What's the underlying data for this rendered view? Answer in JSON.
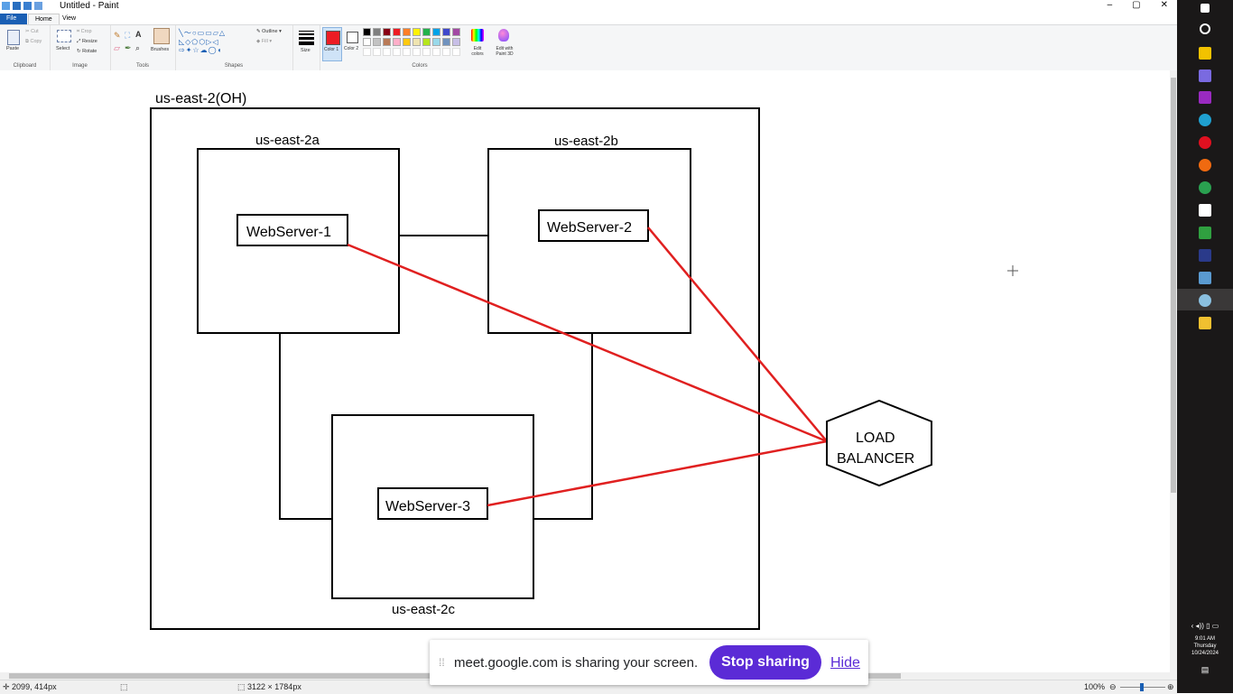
{
  "app": {
    "title": "Untitled - Paint",
    "window_buttons": [
      "–",
      "▢",
      "✕"
    ]
  },
  "ribbon_tabs": [
    "File",
    "Home",
    "View"
  ],
  "ribbon": {
    "clipboard": {
      "label": "Clipboard",
      "paste": "Paste",
      "cut": "Cut",
      "copy": "Copy"
    },
    "image": {
      "label": "Image",
      "select": "Select",
      "crop": "Crop",
      "resize": "Resize",
      "rotate": "Rotate"
    },
    "tools": {
      "label": "Tools",
      "brushes": "Brushes"
    },
    "shapes": {
      "label": "Shapes",
      "outline": "Outline",
      "fill": "Fill"
    },
    "size": {
      "label": "Size"
    },
    "colors": {
      "label": "Colors",
      "color1": "Color 1",
      "color2": "Color 2",
      "edit_colors": "Edit colors",
      "edit_paint3d": "Edit with Paint 3D",
      "palette_row1": [
        "#000000",
        "#7f7f7f",
        "#880015",
        "#ed1c24",
        "#ff7f27",
        "#fff200",
        "#22b14c",
        "#00a2e8",
        "#3f48cc",
        "#a349a4"
      ],
      "palette_row2": [
        "#ffffff",
        "#c3c3c3",
        "#b97a57",
        "#ffaec9",
        "#ffc90e",
        "#efe4b0",
        "#b5e61d",
        "#99d9ea",
        "#7092be",
        "#c8bfe7"
      ],
      "color1_value": "#ed1c24",
      "color2_value": "#ffffff"
    }
  },
  "diagram": {
    "region_label": "us-east-2(OH)",
    "az_a": "us-east-2a",
    "az_b": "us-east-2b",
    "az_c": "us-east-2c",
    "ws1": "WebServer-1",
    "ws2": "WebServer-2",
    "ws3": "WebServer-3",
    "lb_line1": "LOAD",
    "lb_line2": "BALANCER",
    "link_color": "#e02020"
  },
  "statusbar": {
    "cursor_pos": "2099, 414px",
    "image_size": "3122 × 1784px",
    "zoom": "100%"
  },
  "share_banner": {
    "message": "meet.google.com is sharing your screen.",
    "stop": "Stop sharing",
    "hide": "Hide"
  },
  "taskbar": {
    "time": "9:01 AM",
    "day": "Thursday",
    "date": "10/24/2024"
  }
}
